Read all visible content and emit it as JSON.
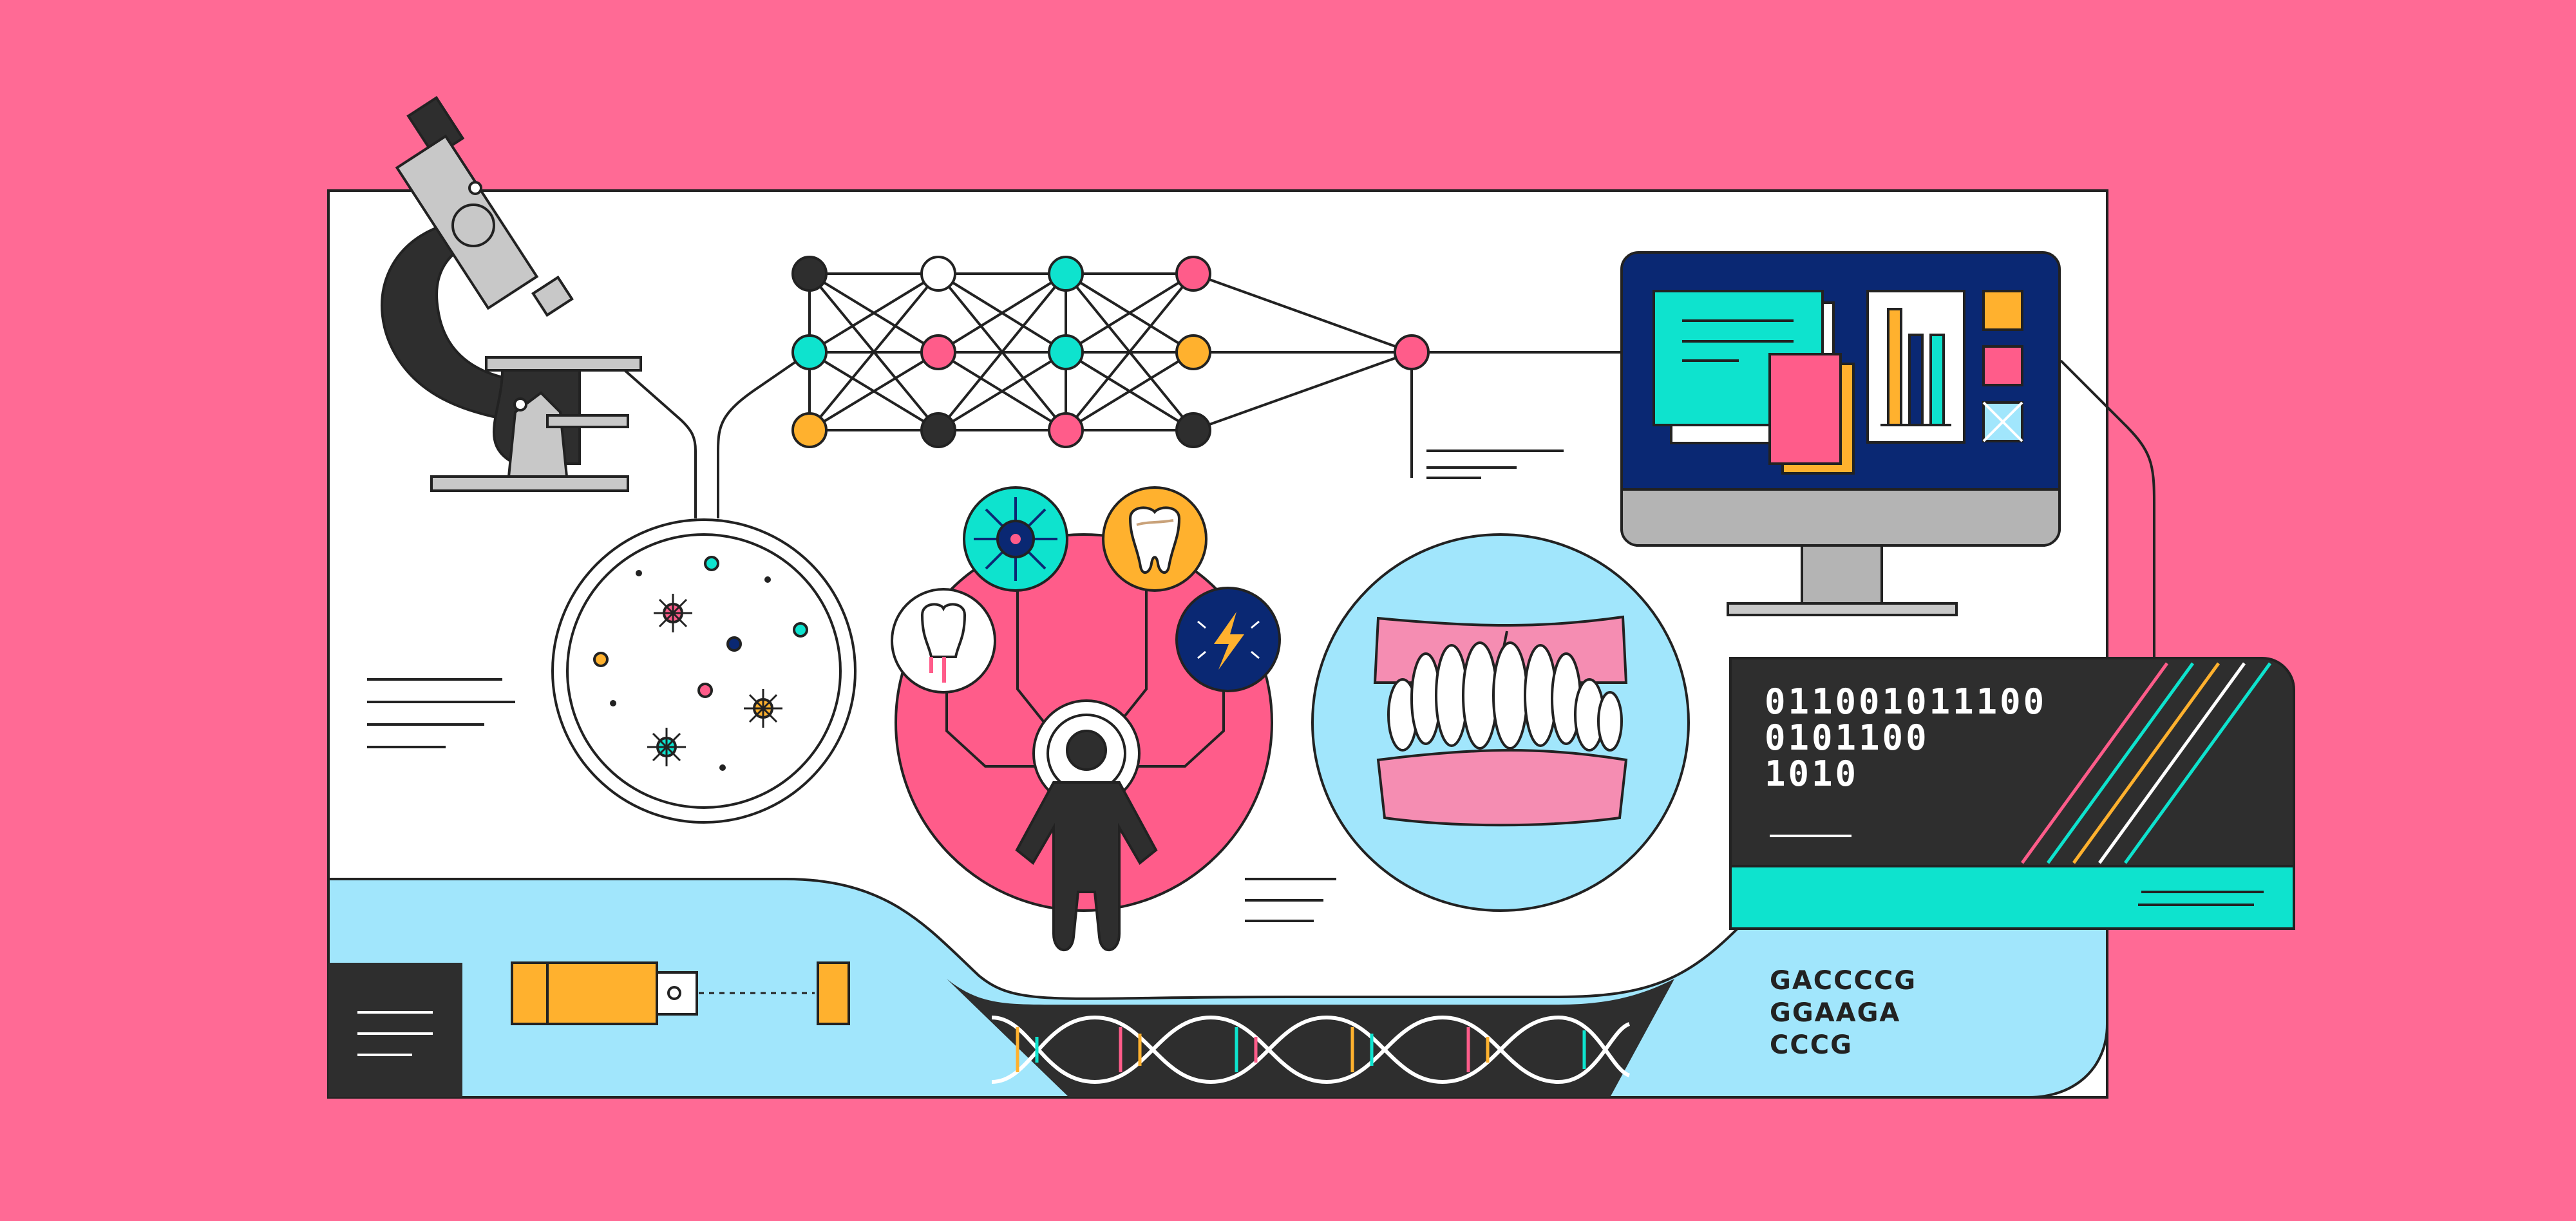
{
  "binary_panel": {
    "lines": [
      "011001011100",
      "0101100",
      "1010"
    ]
  },
  "dna_panel": {
    "lines": [
      "GACCCCG",
      "GGAAGA",
      "CCCG"
    ]
  },
  "colors": {
    "background": "#ff6a95",
    "panel": "#ffffff",
    "water": "#a1e6fc",
    "dark": "#2e2e2e",
    "teal": "#0ee3ce",
    "yellow": "#ffb12e",
    "pink": "#ff5c8a",
    "navy": "#0a2873",
    "gum": "#f58db2",
    "grey": "#c8c8c8"
  },
  "icons": [
    "microscope-icon",
    "neural-network-icon",
    "petri-dish-icon",
    "person-icon",
    "virus-icon",
    "tooth-decay-icon",
    "tooth-root-icon",
    "lightning-icon",
    "dentures-icon",
    "computer-monitor-icon",
    "bar-chart-icon",
    "usb-drive-icon",
    "dna-helix-icon"
  ]
}
